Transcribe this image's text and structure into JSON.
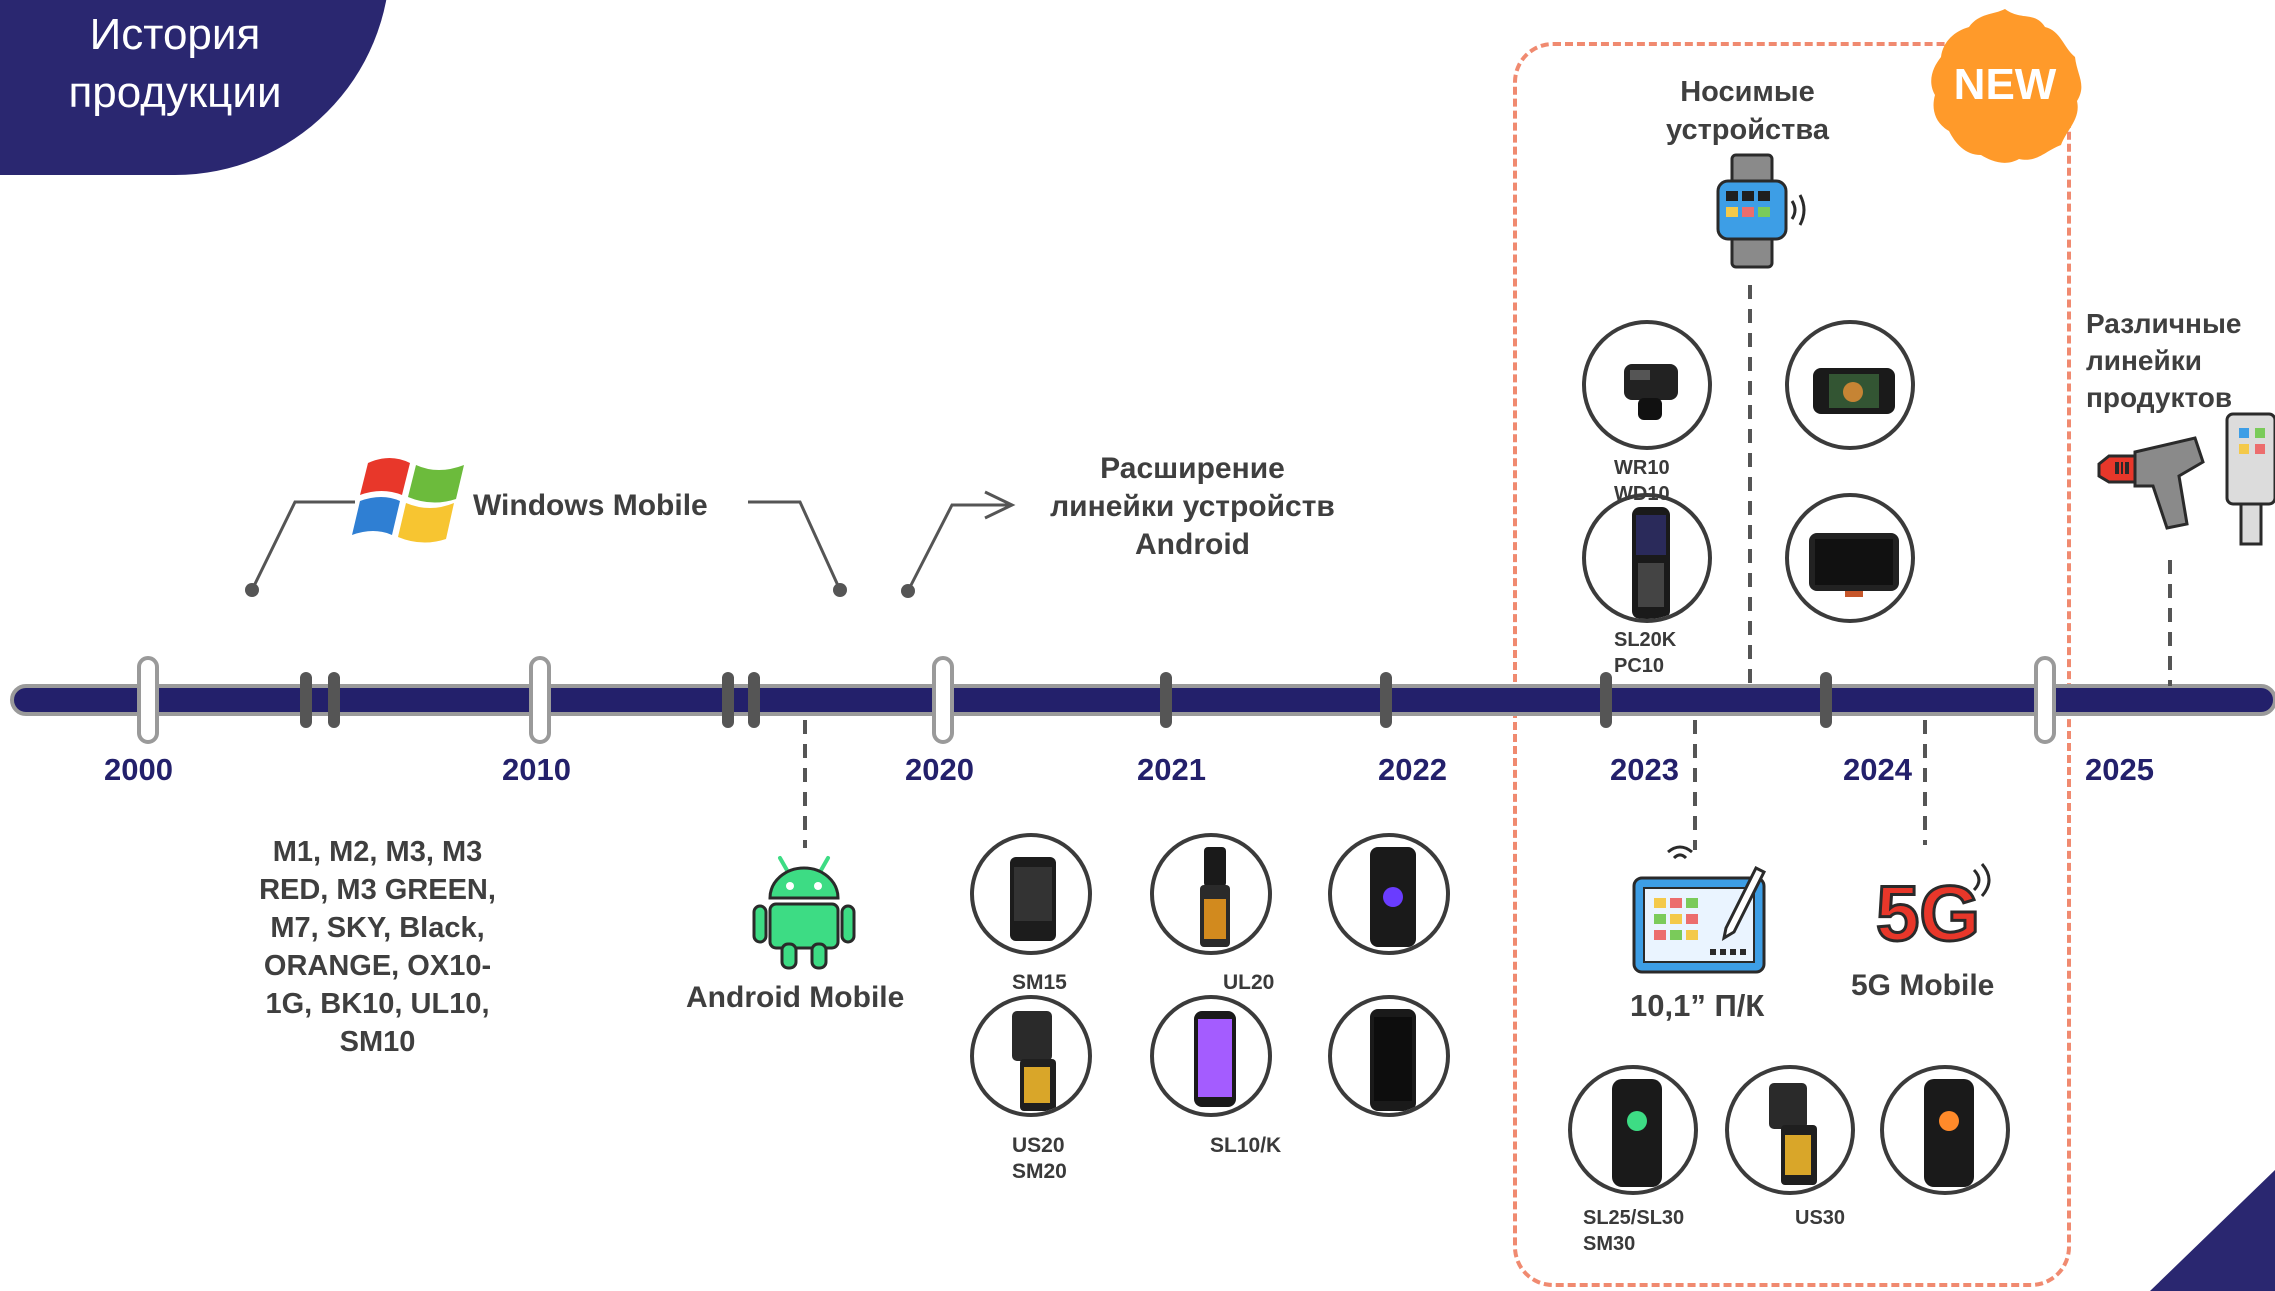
{
  "header": {
    "title_line1": "История",
    "title_line2": "продукции"
  },
  "timeline": {
    "years": [
      "2000",
      "2010",
      "2020",
      "2021",
      "2022",
      "2023",
      "2024",
      "2025"
    ]
  },
  "windows": {
    "label": "Windows Mobile",
    "models_lines": [
      "M1, M2, M3, M3",
      "RED, M3 GREEN,",
      "M7, SKY, Black,",
      "ORANGE, OX10-",
      "1G, BK10, UL10,",
      "SM10"
    ]
  },
  "android": {
    "label": "Android Mobile",
    "expansion_lines": [
      "Расширение",
      "линейки устройств",
      "Android"
    ]
  },
  "devices_2020": {
    "sm15": "SM15",
    "ul20": "UL20",
    "us20_line1": "US20",
    "us20_line2": "SM20",
    "sl10k": "SL10/K"
  },
  "new_section": {
    "badge": "NEW",
    "wearables_line1": "Носимые",
    "wearables_line2": "устройства",
    "wr10_line1": "WR10",
    "wr10_line2": "WD10",
    "sl20k_line1": "SL20K",
    "sl20k_line2": "PC10",
    "tablet_label": "10,1” П/К",
    "fiveg_label": "5G Mobile",
    "fiveg_logo": "5G",
    "sl25_line1": "SL25/SL30",
    "sl25_line2": "SM30",
    "us30": "US30"
  },
  "various": {
    "line1": "Различные",
    "line2": "линейки",
    "line3": "продуктов"
  },
  "colors": {
    "navy": "#23206b",
    "dashed_border": "#f08a70",
    "badge": "#ff9a2a",
    "tablet_blue": "#3d9ee6"
  }
}
